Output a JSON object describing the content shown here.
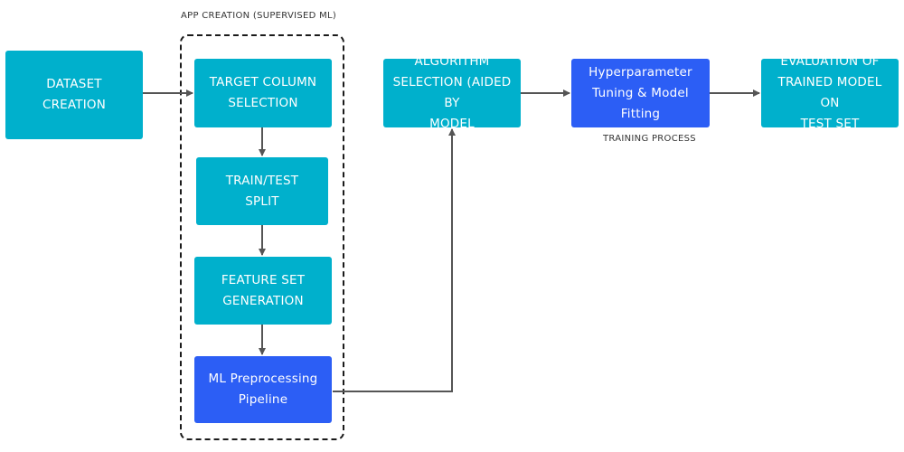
{
  "group": {
    "label": "APP CREATION (SUPERVISED ML)"
  },
  "nodes": {
    "dataset_creation": "DATASET\nCREATION",
    "target_column_selection": "TARGET COLUMN\nSELECTION",
    "train_test_split": "TRAIN/TEST\nSPLIT",
    "feature_set_generation": "FEATURE SET\nGENERATION",
    "ml_preprocessing_pipeline": "ML Preprocessing\nPipeline",
    "algorithm_selection": "ALGORITHM\nSELECTION (AIDED BY\nMODEL",
    "hyperparameter_tuning": "Hyperparameter\nTuning & Model\nFitting",
    "evaluation": "EVALUATION OF\nTRAINED MODEL ON\nTEST SET"
  },
  "training_label": "TRAINING PROCESS",
  "colors": {
    "teal": "#00b0cc",
    "blue": "#2c5ef5",
    "connector": "#555555"
  }
}
